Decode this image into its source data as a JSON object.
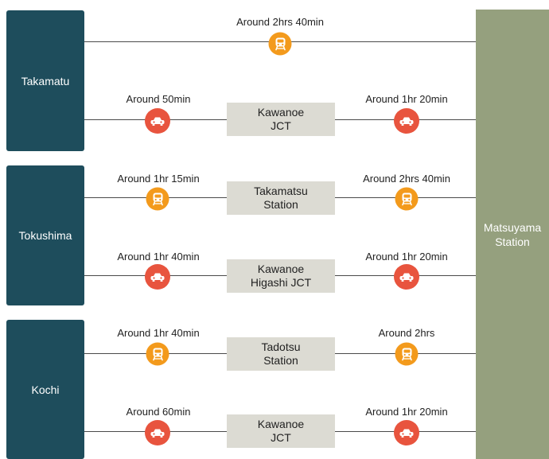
{
  "origins": [
    "Takamatu",
    "Tokushima",
    "Kochi"
  ],
  "destination": {
    "line1": "Matsuyama",
    "line2": "Station"
  },
  "routes": [
    {
      "mode": "train",
      "label_direct": "Around 2hrs 40min"
    },
    {
      "mode": "car",
      "label_left": "Around 50min",
      "via": [
        "Kawanoe",
        "JCT"
      ],
      "label_right": "Around 1hr 20min"
    },
    {
      "mode": "train",
      "label_left": "Around 1hr 15min",
      "via": [
        "Takamatsu",
        "Station"
      ],
      "label_right": "Around 2hrs 40min"
    },
    {
      "mode": "car",
      "label_left": "Around 1hr 40min",
      "via": [
        "Kawanoe",
        "Higashi JCT"
      ],
      "label_right": "Around 1hr 20min"
    },
    {
      "mode": "train",
      "label_left": "Around 1hr 40min",
      "via": [
        "Tadotsu",
        "Station"
      ],
      "label_right": "Around 2hrs"
    },
    {
      "mode": "car",
      "label_left": "Around 60min",
      "via": [
        "Kawanoe",
        "JCT"
      ],
      "label_right": "Around 1hr 20min"
    }
  ],
  "colors": {
    "origin": "#1e4d5c",
    "destination": "#95a07e",
    "via_box": "#dcdbd3",
    "train_icon": "#f39a1c",
    "car_icon": "#e8543e"
  },
  "icons": {
    "train": "train-icon",
    "car": "car-icon"
  }
}
